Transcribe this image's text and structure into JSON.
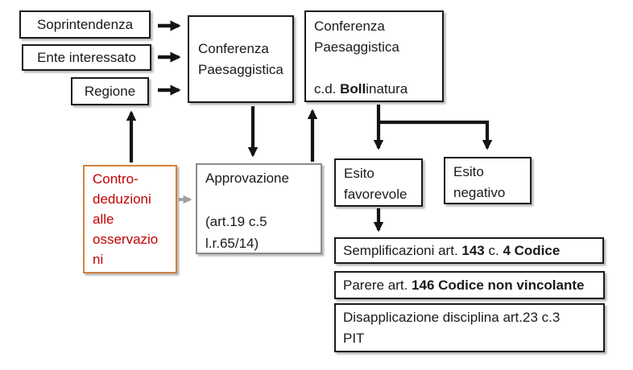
{
  "colors": {
    "background": "#ffffff",
    "text": "#1a1a1a",
    "box_border": "#1a1a1a",
    "gray_border": "#8c8c8c",
    "orange_border": "#cf8240",
    "red_text": "#c00000",
    "arrow_black": "#141414",
    "arrow_gray": "#a0a0a0"
  },
  "boxes": {
    "soprintendenza": {
      "label": "Soprintendenza"
    },
    "ente_interessato": {
      "label": "Ente interessato"
    },
    "regione": {
      "label": "Regione"
    },
    "conferenza_paesaggistica": {
      "line1": "Conferenza",
      "line2": "Paesaggistica"
    },
    "conferenza_bollinatura": {
      "line1": "Conferenza",
      "line2": "Paesaggistica",
      "line3_prefix": "c.d. ",
      "line3_bold": "Boll",
      "line3_suffix": "inatura"
    },
    "controdeduzioni": {
      "line1": "Contro-",
      "line2": "deduzioni",
      "line3": "alle",
      "line4": "osservazio",
      "line5": "ni"
    },
    "approvazione": {
      "line1": "Approvazione",
      "line2": "(art.19 c.5",
      "line3": "l.r.65/14)"
    },
    "esito_favorevole": {
      "line1": "Esito",
      "line2": "favorevole"
    },
    "esito_negativo": {
      "line1": "Esito",
      "line2": "negativo"
    },
    "semplificazioni": {
      "seg1": "Semplificazioni art. ",
      "seg2_bold": "143",
      "seg3": " c. ",
      "seg4_bold": "4 Codice"
    },
    "parere": {
      "seg1": "Parere art. ",
      "seg2_bold": "146 Codice non vincolante"
    },
    "disapplicazione": {
      "line1": "Disapplicazione disciplina art.23 c.3",
      "line2": "PIT"
    }
  }
}
